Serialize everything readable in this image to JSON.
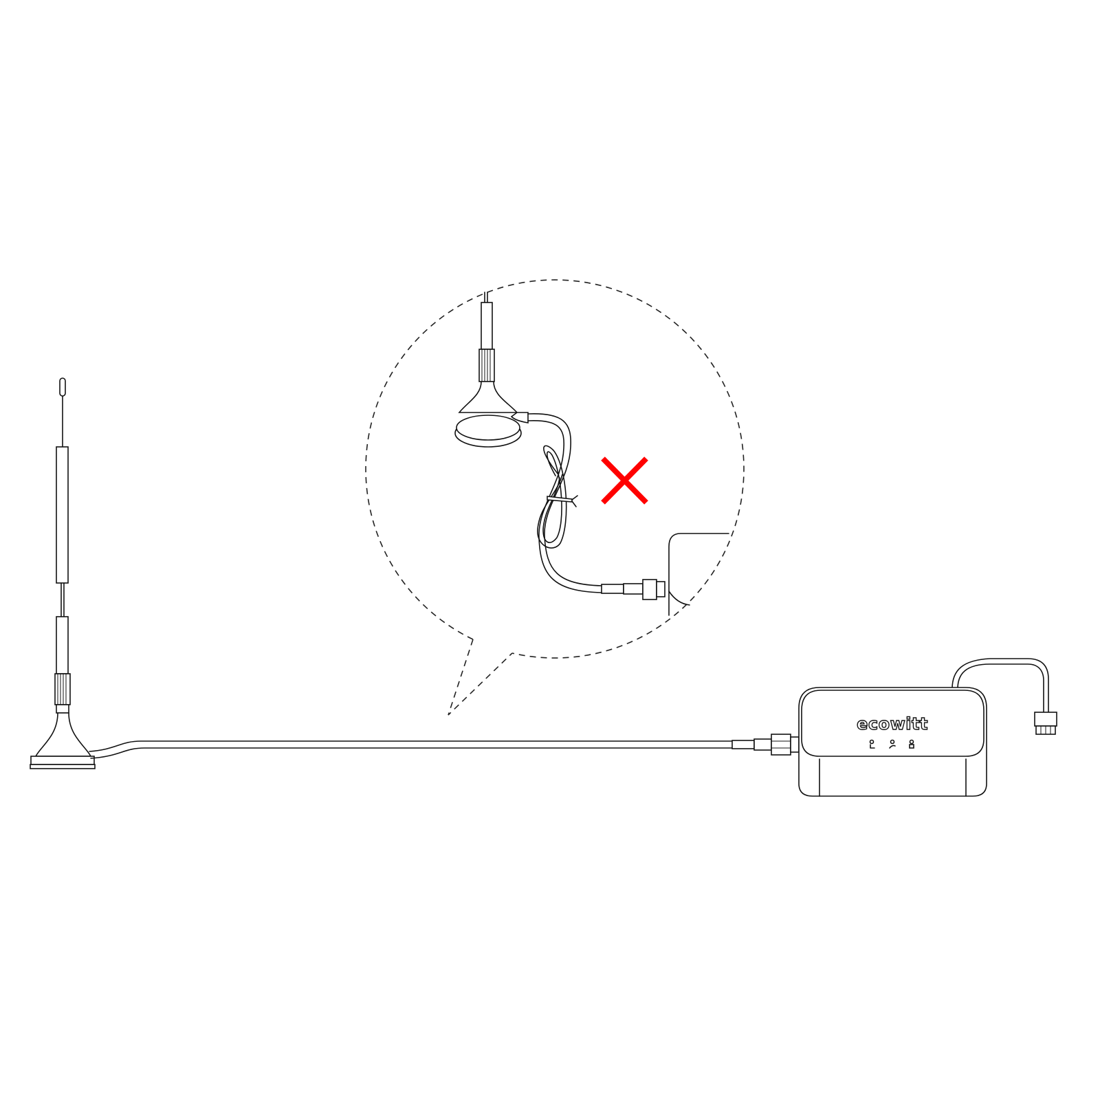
{
  "diagram": {
    "device": {
      "logo_text": "ecowitt",
      "led_count": 3
    },
    "warning_mark": {
      "symbol": "cross",
      "color": "#ff0000",
      "meaning": "incorrect"
    },
    "line_color": "#111111"
  }
}
